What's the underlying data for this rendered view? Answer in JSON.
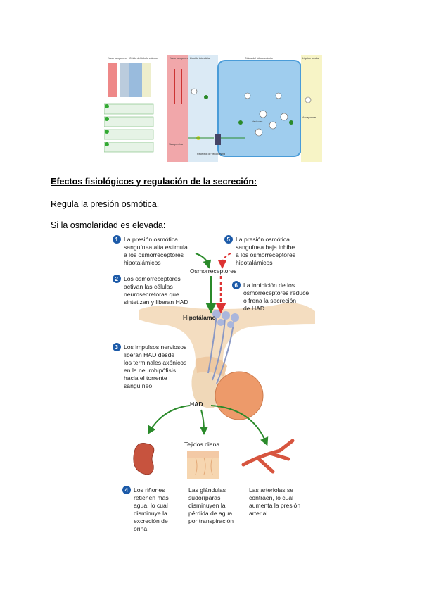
{
  "heading": "Efectos fisiológicos y regulación de la secreción:",
  "para1": "Regula la presión osmótica.",
  "para2": "Si la osmolaridad es elevada:",
  "top_figure": {
    "vaso_sanguineo": "Vaso sanguíneo",
    "liq_intersticial": "Líquido intersticial",
    "celula_tubulo": "Célula del túbulo colector",
    "liq_tubular": "Líquido tubular",
    "vasopresina": "Vasopresina",
    "receptor": "Receptor de vasopresina",
    "vesiculas": "Vesículas",
    "acuaporinas": "Acuaporinas"
  },
  "main_figure": {
    "step1": {
      "num": "1",
      "lines": [
        "La presión osmótica",
        "sanguínea alta estimula",
        "a los osmorreceptores",
        "hipotalámicos"
      ]
    },
    "step5": {
      "num": "5",
      "lines": [
        "La presión osmótica",
        "sanguínea baja inhibe",
        "a los osmorreceptores",
        "hipotalámicos"
      ]
    },
    "osmorreceptores": "Osmorreceptores",
    "step2": {
      "num": "2",
      "lines": [
        "Los osmorreceptores",
        "activan las células",
        "neurosecretoras que",
        "sintetizan y liberan HAD"
      ]
    },
    "step6": {
      "num": "6",
      "lines": [
        "La inhibición de los",
        "osmorreceptores reduce",
        "o frena la secreción",
        "de HAD"
      ]
    },
    "hipotalamo": "Hipotálamo",
    "step3": {
      "num": "3",
      "lines": [
        "Los impulsos nerviosos",
        "liberan HAD desde",
        "los terminales axónicos",
        "en la neurohipófisis",
        "hacia el torrente",
        "sanguíneo"
      ]
    },
    "had": "HAD",
    "tejidos_diana": "Tejidos diana",
    "step4": {
      "num": "4",
      "lines": [
        "Los riñones",
        "retienen más",
        "agua, lo cual",
        "disminuye la",
        "excreción de",
        "orina"
      ]
    },
    "glandulas": {
      "lines": [
        "Las glándulas",
        "sudoríparas",
        "disminuyen la",
        "pérdida de agua",
        "por transpiración"
      ]
    },
    "arteriolas": {
      "lines": [
        "Las arteriolas se",
        "contraen, lo cual",
        "aumenta la presión",
        "arterial"
      ]
    }
  }
}
